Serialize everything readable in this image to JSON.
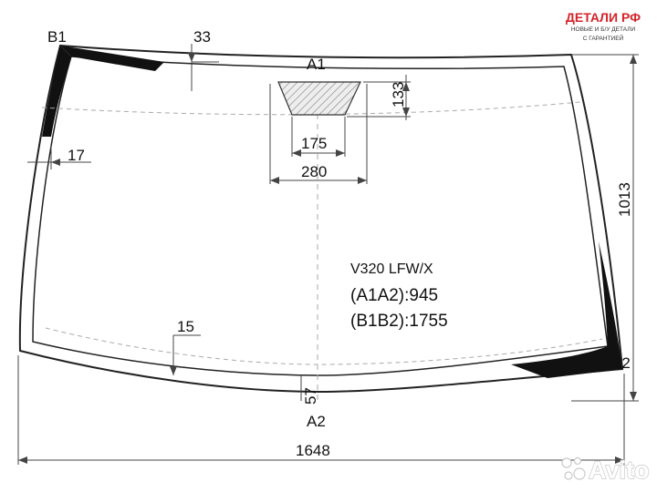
{
  "brand": {
    "title": "ДЕТАЛИ РФ",
    "subtitle_line1": "НОВЫЕ И Б/У ДЕТАЛИ",
    "subtitle_line2": "С ГАРАНТИЕЙ",
    "accent_color": "#d3242b"
  },
  "points": {
    "b1": "B1",
    "a1": "A1",
    "a2": "A2",
    "b2": "B2"
  },
  "dimensions": {
    "top_band": "33",
    "side_band": "17",
    "sensor_height": "133",
    "sensor_width_inner": "175",
    "sensor_width_outer": "280",
    "bottom_band": "15",
    "bottom_edge": "57",
    "total_height": "1013",
    "total_width": "1648"
  },
  "spec": {
    "code": "V320 LFW/X",
    "a1a2": "(A1A2):945",
    "b1b2": "(B1B2):1755"
  },
  "watermark": {
    "text": "Avito"
  }
}
